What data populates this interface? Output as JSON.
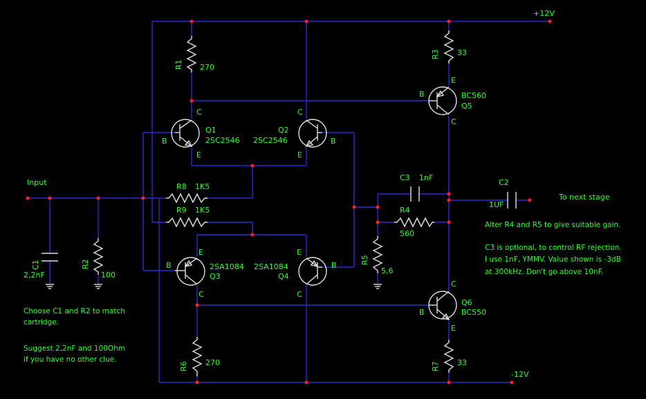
{
  "rails": {
    "positive": "+12V",
    "negative": "-12V"
  },
  "input_label": "Input",
  "output_label": "To next stage",
  "resistors": {
    "R1": {
      "ref": "R1",
      "value": "270"
    },
    "R2": {
      "ref": "R2",
      "value": "100"
    },
    "R3": {
      "ref": "R3",
      "value": "33"
    },
    "R4": {
      "ref": "R4",
      "value": "560"
    },
    "R5": {
      "ref": "R5",
      "value": "5,6"
    },
    "R6": {
      "ref": "R6",
      "value": "270"
    },
    "R7": {
      "ref": "R7",
      "value": "33"
    },
    "R8": {
      "ref": "R8",
      "value": "1K5"
    },
    "R9": {
      "ref": "R9",
      "value": "1K5"
    }
  },
  "capacitors": {
    "C1": {
      "ref": "C1",
      "value": "2,2nF"
    },
    "C2": {
      "ref": "C2",
      "value": "1UF"
    },
    "C3": {
      "ref": "C3",
      "value": "1nF"
    }
  },
  "transistors": {
    "Q1": {
      "ref": "Q1",
      "part": "2SC2546"
    },
    "Q2": {
      "ref": "Q2",
      "part": "2SC2546"
    },
    "Q3": {
      "ref": "Q3",
      "part": "2SA1084"
    },
    "Q4": {
      "ref": "Q4",
      "part": "2SA1084"
    },
    "Q5": {
      "ref": "Q5",
      "part": "BC560"
    },
    "Q6": {
      "ref": "Q6",
      "part": "BC550"
    }
  },
  "pins": {
    "base": "B",
    "collector": "C",
    "emitter": "E"
  },
  "notes": {
    "left": [
      "Choose C1 and R2 to match",
      "cartridge.",
      "Suggest 2,2nF and 100Ohm",
      "if you have no other clue."
    ],
    "right": [
      "Alter R4 and R5 to give suitable gain.",
      "C3 is optional, to control RF rejection.",
      "I use 1nF, YMMV. Value shown is -3dB",
      "at 300kHz.  Don't go above 10nF."
    ]
  },
  "colors": {
    "background": "#000000",
    "wire": "#2a2ad6",
    "text": "#2cff2c",
    "component": "#e0e0e0",
    "junction": "#ff2020"
  }
}
